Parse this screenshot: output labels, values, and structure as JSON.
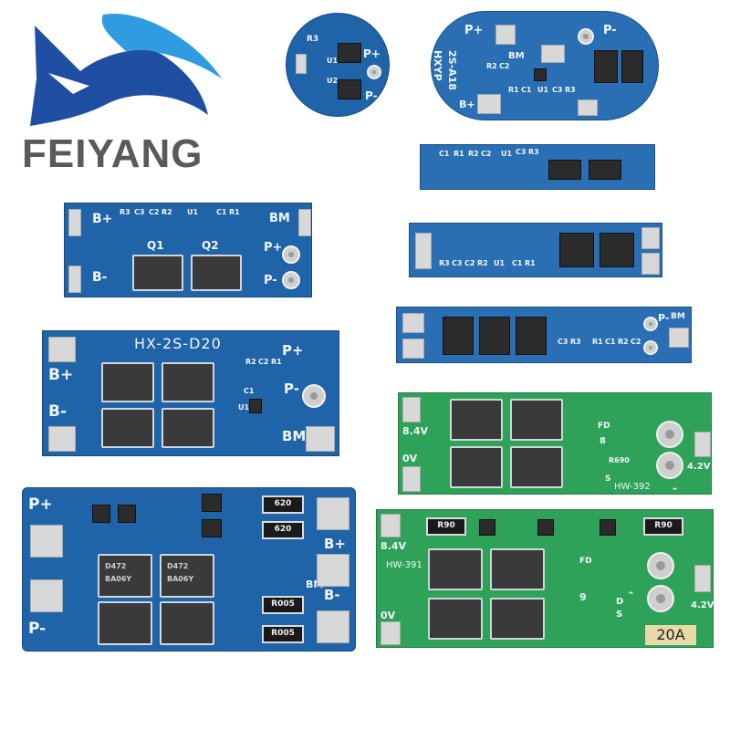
{
  "brand": {
    "name": "FEIYANG",
    "logo_colors": [
      "#1f4fa3",
      "#2f9be0"
    ]
  },
  "boards": {
    "round_single": {
      "labels": [
        "R3",
        "U1",
        "U2",
        "P+",
        "P-"
      ]
    },
    "double_round": {
      "labels": [
        "P+",
        "P-",
        "HXYP",
        "2S-A18",
        "BM",
        "B+",
        "R2",
        "C2",
        "R1",
        "C1",
        "U1",
        "C3",
        "R3"
      ]
    },
    "thin_strip": {
      "labels": [
        "C1",
        "R1",
        "R2",
        "C2",
        "U1",
        "C3",
        "R3"
      ]
    },
    "pcb_a": {
      "labels": [
        "B+",
        "R3",
        "C3",
        "C2",
        "R2",
        "U1",
        "C1",
        "R1",
        "BM",
        "Q1",
        "Q2",
        "P+",
        "B-",
        "P-"
      ]
    },
    "pcb_b": {
      "labels": [
        "R3",
        "C3",
        "C2",
        "R2",
        "U1",
        "C1",
        "R1"
      ]
    },
    "pcb_c": {
      "labels": [
        "P-",
        "BM",
        "C3",
        "R3",
        "R1",
        "C1",
        "R2",
        "C2"
      ]
    },
    "hx": {
      "labels": [
        "HX-2S-D20",
        "B+",
        "B-",
        "P+",
        "P-",
        "BM",
        "R2",
        "C2",
        "R1",
        "C1",
        "U1"
      ]
    },
    "hw392": {
      "labels": [
        "8.4V",
        "0V",
        "HW-392",
        "4.2V",
        "FD",
        "8",
        "R690",
        "S",
        "-"
      ]
    },
    "large_blue": {
      "labels": [
        "P+",
        "P-",
        "B+",
        "B-",
        "BM",
        "620",
        "620",
        "R005",
        "R005",
        "D472",
        "BA06Y",
        "D472",
        "BA06Y"
      ]
    },
    "hw391": {
      "labels": [
        "8.4V",
        "0V",
        "HW-391",
        "4.2V",
        "20A",
        "FD",
        "9",
        "R90",
        "R90",
        "D",
        "S",
        "-"
      ]
    }
  }
}
